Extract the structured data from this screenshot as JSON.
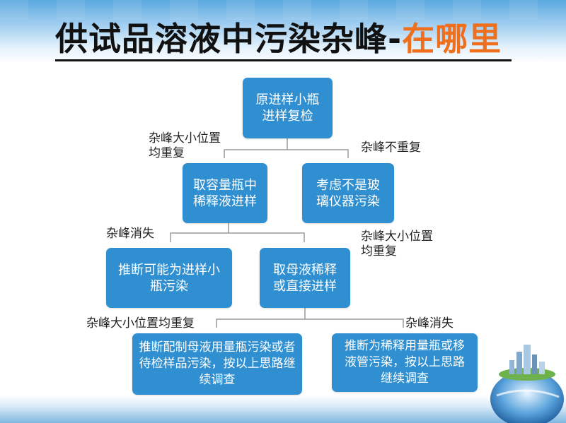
{
  "title": {
    "part1": "供试品溶液中污染杂峰",
    "dash": "-",
    "part2": "在哪里"
  },
  "nodes": {
    "recheck": "原进样小瓶进样复检",
    "volumetric": "取容量瓶中稀释液进样",
    "not_glass": "考虑不是玻璃仪器污染",
    "vial_contam": "推断可能为进样小瓶污染",
    "stock": "取母液稀释或直接进样",
    "flask_contam": "推断配制母液用量瓶污染或者待检样品污染，按以上思路继续调查",
    "dilution_contam": "推断为稀释用量瓶或移液管污染，按以上思路继续调查"
  },
  "labels": {
    "recheck_same": "杂峰大小位置均重复",
    "recheck_diff": "杂峰不重复",
    "volumetric_gone": "杂峰消失",
    "volumetric_same": "杂峰大小位置均重复",
    "stock_same": "杂峰大小位置均重复",
    "stock_gone": "杂峰消失"
  },
  "colors": {
    "box": "#2f8fd1",
    "accent": "#ee6f1d",
    "line": "#9a9a9a"
  }
}
